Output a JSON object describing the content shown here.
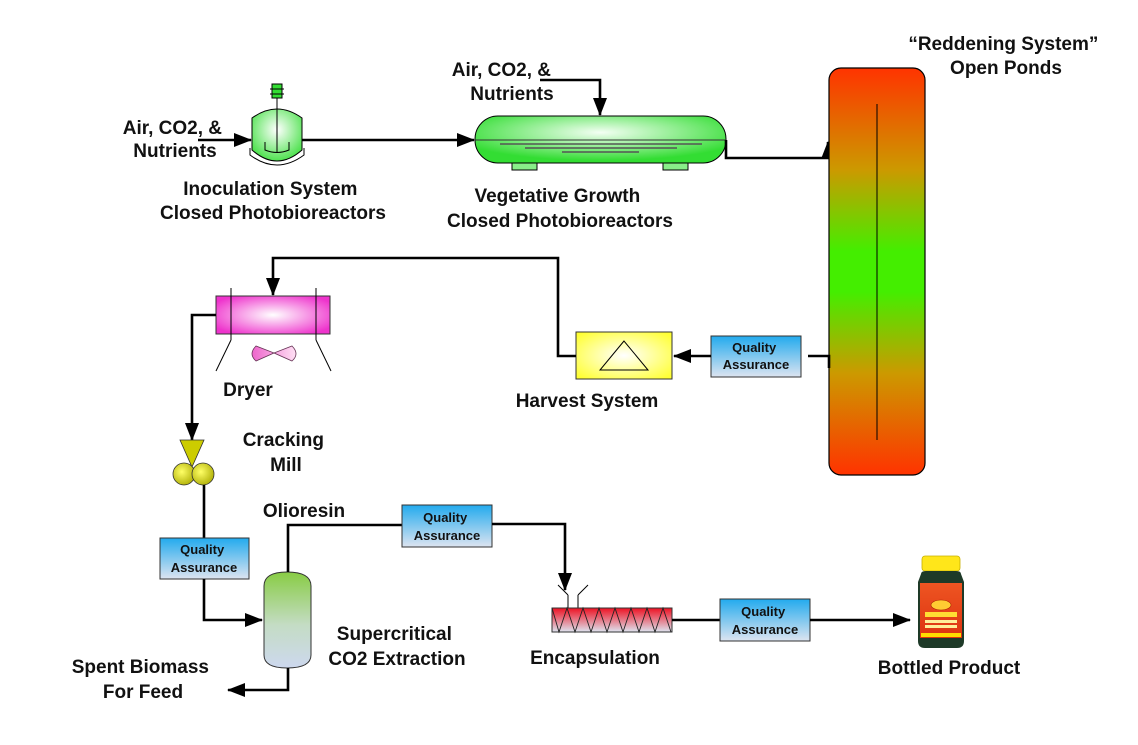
{
  "diagram": {
    "type": "process-flow",
    "nodes": {
      "inoculation": {
        "label_lines": [
          "Inoculation System",
          "Closed Photobioreactors"
        ],
        "input_lines": [
          "Air, CO2, &",
          "Nutrients"
        ]
      },
      "vegetative": {
        "label_lines": [
          "Vegetative Growth",
          "Closed Photobioreactors"
        ],
        "input_lines": [
          "Air, CO2, &",
          "Nutrients"
        ]
      },
      "reddening": {
        "label_lines": [
          "“Reddening System”",
          "Open Ponds"
        ]
      },
      "qa_1": {
        "label_lines": [
          "Quality",
          "Assurance"
        ]
      },
      "harvest": {
        "label_lines": [
          "Harvest System"
        ]
      },
      "dryer": {
        "label_lines": [
          "Dryer"
        ]
      },
      "mill": {
        "label_lines": [
          "Cracking",
          "Mill"
        ]
      },
      "qa_2": {
        "label_lines": [
          "Quality",
          "Assurance"
        ]
      },
      "extraction": {
        "label_lines": [
          "Supercritical",
          "CO2 Extraction"
        ],
        "top_output": "Olioresin",
        "bottom_output_lines": [
          "Spent Biomass",
          "For Feed"
        ]
      },
      "qa_3": {
        "label_lines": [
          "Quality",
          "Assurance"
        ]
      },
      "encapsulation": {
        "label_lines": [
          "Encapsulation"
        ]
      },
      "qa_4": {
        "label_lines": [
          "Quality",
          "Assurance"
        ]
      },
      "product": {
        "label_lines": [
          "Bottled Product"
        ]
      }
    },
    "edges": [
      [
        "inoculation",
        "vegetative"
      ],
      [
        "vegetative",
        "reddening"
      ],
      [
        "reddening",
        "qa_1"
      ],
      [
        "qa_1",
        "harvest"
      ],
      [
        "harvest",
        "dryer"
      ],
      [
        "dryer",
        "mill"
      ],
      [
        "mill",
        "qa_2"
      ],
      [
        "qa_2",
        "extraction"
      ],
      [
        "extraction",
        "qa_3"
      ],
      [
        "qa_3",
        "encapsulation"
      ],
      [
        "encapsulation",
        "qa_4"
      ],
      [
        "qa_4",
        "product"
      ]
    ],
    "colors": {
      "reactor_green": "#33dd33",
      "pond_top": "#ff3300",
      "pond_mid": "#44ee00",
      "dryer_pink": "#ee33cc",
      "harvest_yellow": "#ffff33",
      "mill_yellow": "#dddd00",
      "qa_blue": "#22aaee",
      "encap_red": "#ee1122"
    }
  }
}
